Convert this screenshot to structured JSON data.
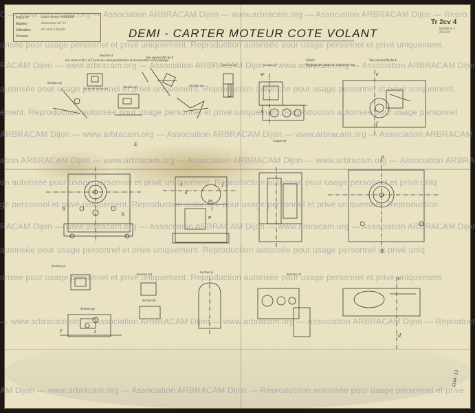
{
  "title": "DEMI - CARTER MOTEUR COTE VOLANT",
  "drawing_number": "Tr 2cv 4",
  "title_block": {
    "rows": [
      {
        "label": "Pièce N°",
        "value": "cadre moteur ARRIÈRE"
      },
      {
        "label": "Matière",
        "value": "Aluminium AG 13"
      },
      {
        "label": "Utilisation",
        "value": "Ø1 outil à façade"
      },
      {
        "label": "Dessiné",
        "value": ""
      }
    ]
  },
  "stamp_lines": [
    "Modifié le 2",
    "",
    "29-4-49"
  ],
  "reference": "2344-13",
  "watermark": {
    "lines": [
      "C — www.arbracam.org — Association ARBRACAM Dijon — www.arbracam.org — Association ARBRACAM Dijon — Repro",
      "orisée pour usage personnel et privé uniquement. Reproduction autorisée pour usage personnel et privé uniquement.",
      "RACAM Dijon — www.arbracam.org — Association ARBRACAM Dijon — www.arbracam.org — Association ARBRACAM Dijon —",
      "autorisée pour usage personnel et privé uniquement. Reproduction autorisée pour usage personnel et privé uniquement.",
      "ement. Reproduction autorisée pour usage personnel et privé uniquement. Reproduction autorisée pour usage personnel",
      "ARBRACAM Dijon — www.arbracam.org — Association ARBRACAM Dijon — www.arbracam.org — Association ARBRACAM Dijon",
      "ation ARBRACAM Dijon — www.arbracam.org — Association ARBRACAM Dijon — www.arbracam.org — Association ARBRACAM",
      "on autorisée pour usage personnel et privé uniquement. Reproduction autorisée pour usage personnel et privé uniq",
      "ge personnel et privé uniquement. Reproduction autorisée pour usage personnel et privé uniquement. Reproduction",
      "RACAM Dijon — www.arbracam.org — Association ARBRACAM Dijon — www.arbracam.org — Association ARBRACAM Dijon —",
      "autorisée pour usage personnel et privé uniquement. Reproduction autorisée pour usage personnel et privé uniq",
      "orisée pour usage personnel et privé uniquement. Reproduction autorisée pour usage personnel et privé uniquement.",
      "— www.arbracam.org — Association ARBRACAM Dijon — www.arbracam.org — Association ARBRACAM Dijon — Reproduction",
      "AM Dijon — www.arbracam.org — Association ARBRACAM Dijon — Reproduction autorisée pour usage personnel et privé"
    ]
  },
  "section_labels": {
    "st": "Section st",
    "fleche_e": "Vue suivant flèche E",
    "wx": "Section wx",
    "ef": "Section ef",
    "op": "Section op",
    "qr": "Section qr",
    "uv": "Section uv",
    "ab": "Coupe ab",
    "yz": "Section yz",
    "mn": "Section mn",
    "ij": "Section ij",
    "kl": "Section kl",
    "gh": "Section gh",
    "cd": "Section cd",
    "detail": "Détail",
    "st_note": "Les trous A B C et D sont les seuls positionnés de la machine et de piquage",
    "detail_note": "Réglage des plans de joint à 40 mm",
    "vue_note": "Vue suivant flèche E",
    "e_letter": "E"
  },
  "cut_letters": {
    "w": "w",
    "x": "x",
    "e": "e",
    "f": "f",
    "a": "a",
    "b": "b",
    "c": "c",
    "d": "d",
    "y": "y",
    "z": "z",
    "i": "i",
    "j": "j",
    "k": "k",
    "l": "l",
    "m": "m",
    "n": "n",
    "g": "g",
    "h": "h"
  }
}
